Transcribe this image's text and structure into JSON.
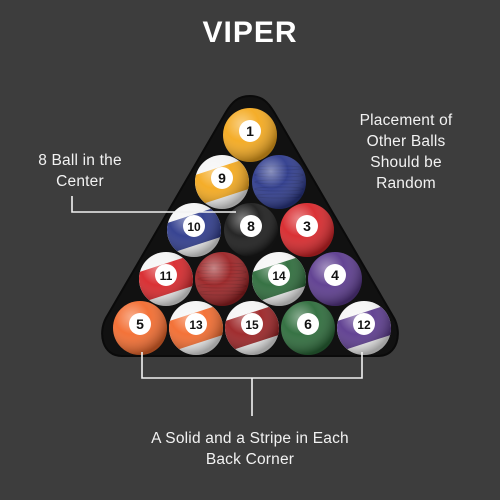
{
  "brand": {
    "logo_text": "VIPER"
  },
  "annotations": {
    "eight_ball_center": "8 Ball in the\nCenter",
    "other_balls": "Placement of\nOther Balls\nShould be\nRandom",
    "back_corners": "A Solid and a Stripe in Each\nBack Corner"
  },
  "colors": {
    "background": "#3d3d3d",
    "rack": "#111111",
    "label_text": "#f2f2f2",
    "yellow": "#f4a91e",
    "blue": "#2d3a8c",
    "red": "#d8262a",
    "purple": "#5b3a8e",
    "orange": "#f36b2e",
    "green": "#2c6b3a",
    "maroon": "#9b2224",
    "black": "#1b1b1b"
  },
  "balls": [
    {
      "number": "1",
      "color": "yellow",
      "stripe": false
    },
    {
      "number": "9",
      "color": "yellow",
      "stripe": true
    },
    {
      "number": "",
      "color": "blue",
      "stripe": false
    },
    {
      "number": "10",
      "color": "blue",
      "stripe": true
    },
    {
      "number": "8",
      "color": "black",
      "stripe": false
    },
    {
      "number": "3",
      "color": "red",
      "stripe": false
    },
    {
      "number": "11",
      "color": "red",
      "stripe": true
    },
    {
      "number": "",
      "color": "maroon",
      "stripe": false
    },
    {
      "number": "14",
      "color": "green",
      "stripe": true
    },
    {
      "number": "4",
      "color": "purple",
      "stripe": false
    },
    {
      "number": "5",
      "color": "orange",
      "stripe": false
    },
    {
      "number": "13",
      "color": "orange",
      "stripe": true
    },
    {
      "number": "15",
      "color": "maroon",
      "stripe": true
    },
    {
      "number": "6",
      "color": "green",
      "stripe": false
    },
    {
      "number": "12",
      "color": "purple",
      "stripe": true
    }
  ]
}
